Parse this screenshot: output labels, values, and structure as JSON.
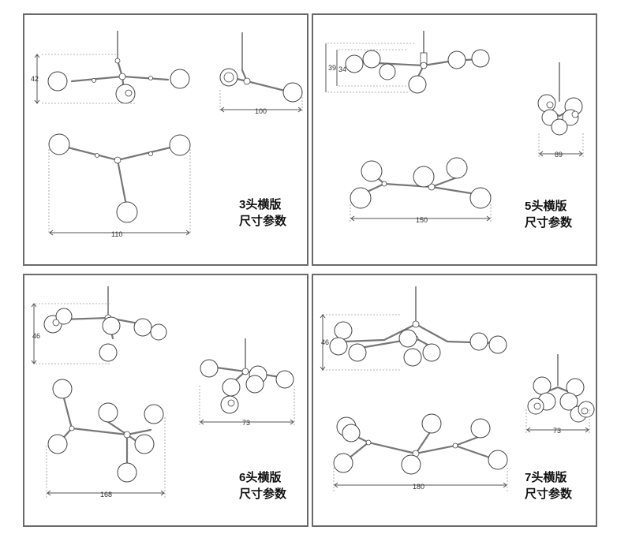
{
  "panels": [
    {
      "id": "p3",
      "caption_line1": "3头横版",
      "caption_line2": "尺寸参数",
      "dims": {
        "height": "42",
        "width_side": "100",
        "width_top": "110"
      }
    },
    {
      "id": "p5",
      "caption_line1": "5头横版",
      "caption_line2": "尺寸参数",
      "dims": {
        "height_a": "39",
        "height_b": "34",
        "width_side": "89",
        "width_top": "150"
      }
    },
    {
      "id": "p6",
      "caption_line1": "6头横版",
      "caption_line2": "尺寸参数",
      "dims": {
        "height": "46",
        "width_side": "73",
        "width_top": "168"
      }
    },
    {
      "id": "p7",
      "caption_line1": "7头横版",
      "caption_line2": "尺寸参数",
      "dims": {
        "height": "46",
        "width_side": "73",
        "width_top": "180"
      }
    }
  ]
}
